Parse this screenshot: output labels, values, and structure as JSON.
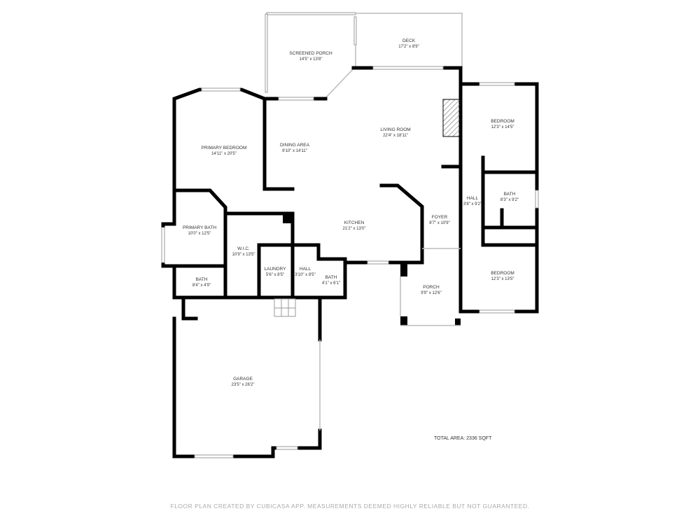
{
  "rooms": [
    {
      "name": "SCREENED PORCH",
      "dim": "14'5\" x 13'8\""
    },
    {
      "name": "DECK",
      "dim": "17'2\" x 8'9\""
    },
    {
      "name": "PRIMARY BEDROOM",
      "dim": "14'11\" x 20'5\""
    },
    {
      "name": "DINING AREA",
      "dim": "9'10\" x 14'11\""
    },
    {
      "name": "LIVING ROOM",
      "dim": "22'4\" x 18'11\""
    },
    {
      "name": "BEDROOM",
      "dim": "12'3\" x 14'5\""
    },
    {
      "name": "HALL",
      "dim": "3'8\" x 9'2\""
    },
    {
      "name": "BATH",
      "dim": "8'3\" x 9'2\""
    },
    {
      "name": "PRIMARY BATH",
      "dim": "10'0\" x 12'5\""
    },
    {
      "name": "W.I.C.",
      "dim": "10'9\" x 13'5\""
    },
    {
      "name": "KITCHEN",
      "dim": "21'2\" x 13'0\""
    },
    {
      "name": "FOYER",
      "dim": "8'7\" x 10'9\""
    },
    {
      "name": "LAUNDRY",
      "dim": "5'6\" x 8'5\""
    },
    {
      "name": "HALL",
      "dim": "3'10\" x 8'5\""
    },
    {
      "name": "BATH",
      "dim": "4'1\" x 6'1\""
    },
    {
      "name": "BATH",
      "dim": "8'4\" x 4'9\""
    },
    {
      "name": "PORCH",
      "dim": "9'9\" x 12'6\""
    },
    {
      "name": "BEDROOM",
      "dim": "12'3\" x 13'5\""
    },
    {
      "name": "GARAGE",
      "dim": "23'5\" x 26'2\""
    }
  ],
  "total_area": "TOTAL AREA: 2336 SQFT",
  "footer": "FLOOR PLAN CREATED BY CUBICASA APP. MEASUREMENTS DEEMED HIGHLY RELIABLE BUT NOT GUARANTEED."
}
